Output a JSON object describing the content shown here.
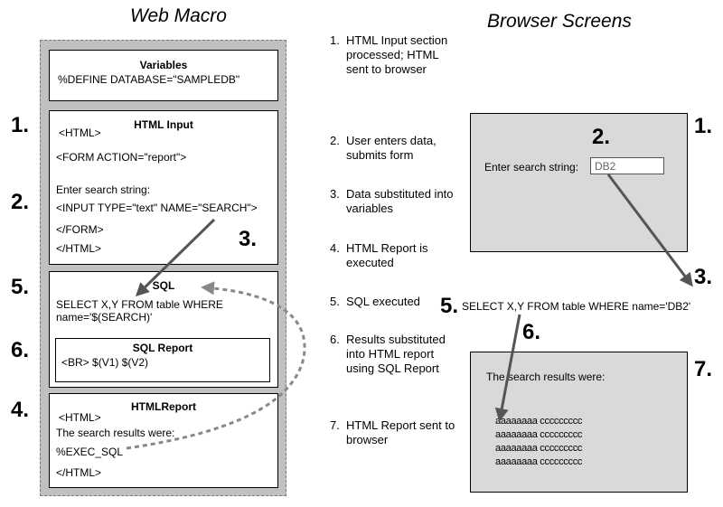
{
  "headings": {
    "left": "Web Macro",
    "right": "Browser Screens"
  },
  "variables": {
    "title": "Variables",
    "line": "%DEFINE DATABASE=\"SAMPLEDB\""
  },
  "html_input": {
    "title": "HTML Input",
    "lines": [
      "<HTML>",
      "<FORM  ACTION=\"report\">",
      "Enter search string:",
      "<INPUT TYPE=\"text\" NAME=\"SEARCH\">",
      "</FORM>",
      "</HTML>"
    ]
  },
  "sql": {
    "title": "SQL",
    "line1": "SELECT X,Y FROM table WHERE",
    "line2": "name='$(SEARCH)'"
  },
  "sql_report": {
    "title": "SQL Report",
    "line": "<BR> $(V1)  $(V2)"
  },
  "html_report": {
    "title": "HTMLReport",
    "lines": [
      "<HTML>",
      "The search results were:",
      "%EXEC_SQL",
      "</HTML>"
    ]
  },
  "left_markers": [
    "1.",
    "2.",
    "5.",
    "6.",
    "4."
  ],
  "inline_markers": {
    "three": "3."
  },
  "steps": [
    {
      "num": "1.",
      "text": "HTML Input section processed; HTML sent to browser"
    },
    {
      "num": "2.",
      "text": "User enters data, submits form"
    },
    {
      "num": "3.",
      "text": "Data substituted into variables"
    },
    {
      "num": "4.",
      "text": "HTML Report is executed"
    },
    {
      "num": "5.",
      "text": "SQL executed"
    },
    {
      "num": "6.",
      "text": "Results substituted into HTML report using SQL Report"
    },
    {
      "num": "7.",
      "text": "HTML Report sent to browser"
    }
  ],
  "screen1": {
    "marker_inner": "2.",
    "marker_outer": "1.",
    "prompt": "Enter search string:",
    "input_value": "DB2"
  },
  "right_markers": {
    "three": "3.",
    "five": "5.",
    "six": "6.",
    "seven": "7."
  },
  "sql_exec": "SELECT X,Y FROM table WHERE name='DB2'",
  "screen2": {
    "heading": "The search results were:",
    "rows": [
      "aaaaaaaa ccccccccc",
      "aaaaaaaa ccccccccc",
      "aaaaaaaa ccccccccc",
      "aaaaaaaa ccccccccc"
    ]
  }
}
